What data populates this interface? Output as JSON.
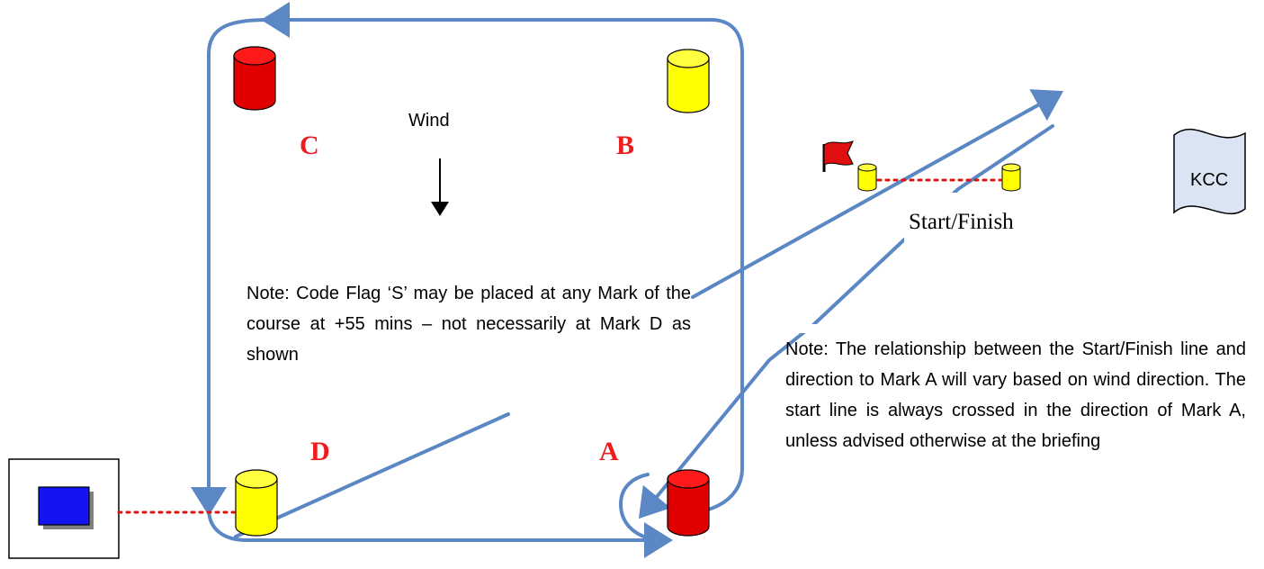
{
  "colors": {
    "course_line": "#5b87c4",
    "mark_red": "#e00000",
    "mark_yellow": "#ffff00",
    "label_red": "#ee1c1c",
    "dotted_line": "#e01010",
    "committee_boat": "#1414f0",
    "clubhouse_fill": "#dbe4f2"
  },
  "labels": {
    "wind": "Wind",
    "mark_a": "A",
    "mark_b": "B",
    "mark_c": "C",
    "mark_d": "D",
    "start_finish": "Start/Finish",
    "clubhouse": "KCC"
  },
  "notes": {
    "flag_s": "Note: Code Flag ‘S’ may be placed at any Mark of the course at +55 mins – not necessarily at Mark D as shown",
    "start_line": "Note: The relationship between the Start/Finish line and direction to Mark A will vary based on wind direction. The start line is always crossed in the direction of Mark A, unless advised otherwise at the briefing"
  },
  "icons": {
    "wind_arrow": "down-arrow-icon",
    "flag": "red-flag-icon",
    "committee_boat": "committee-boat-icon",
    "clubhouse": "document-shape-icon"
  }
}
